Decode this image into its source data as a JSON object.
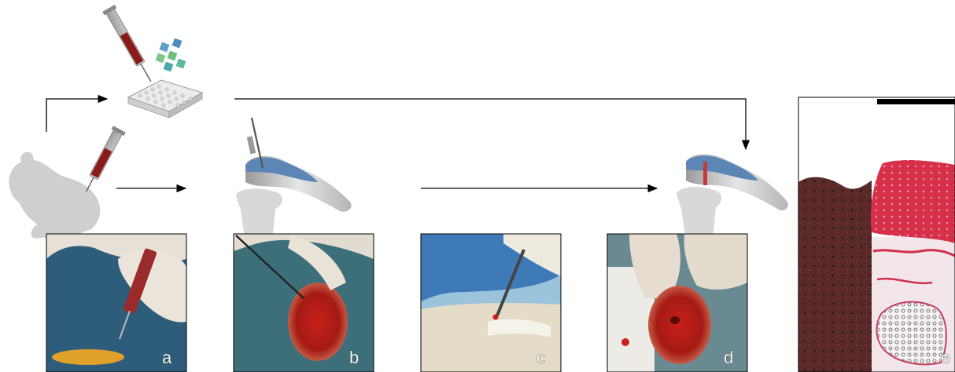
{
  "panels": [
    {
      "letter": "a"
    },
    {
      "letter": "b"
    },
    {
      "letter": "c"
    },
    {
      "letter": "d"
    },
    {
      "letter": "e"
    }
  ],
  "colors": {
    "arrow": "#000000",
    "blood": "#8b1a1a",
    "cartilage_blue": "#5b86b5",
    "bone_grey": "#c9c9c9",
    "histology_red": "#d0304a"
  },
  "icons": [
    "syringe-icon",
    "well-plate-icon",
    "cubes-icon",
    "rabbit-icon",
    "knee-joint-icon"
  ]
}
